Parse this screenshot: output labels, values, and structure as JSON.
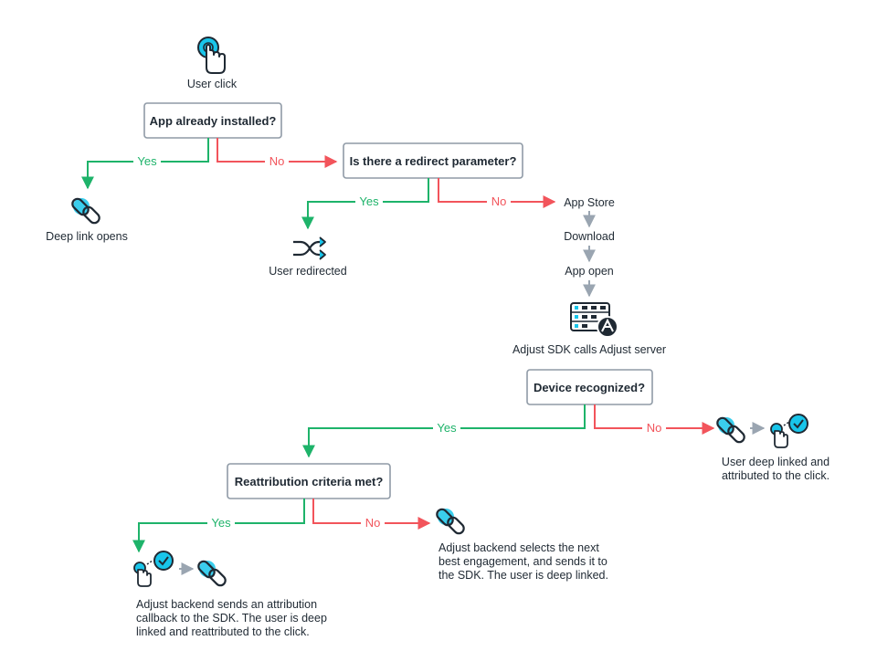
{
  "colors": {
    "yes": "#1eb36a",
    "no": "#f2545b",
    "neutral": "#9aa5b1",
    "accent": "#18c5ea",
    "text": "#1f2933",
    "box_border": "#8f9aa6"
  },
  "nodes": {
    "user_click": {
      "label": "User click",
      "icon": "tap-icon"
    },
    "app_installed": {
      "label": "App already installed?"
    },
    "deep_link_opens": {
      "label": "Deep link opens",
      "icon": "link-icon"
    },
    "redirect_param": {
      "label": "Is there a redirect parameter?"
    },
    "user_redirected": {
      "label": "User redirected",
      "icon": "shuffle-icon"
    },
    "app_store": {
      "label": "App Store"
    },
    "download": {
      "label": "Download"
    },
    "app_open": {
      "label": "App open"
    },
    "sdk_calls_server": {
      "label": "Adjust SDK calls Adjust server",
      "icon": "server-icon"
    },
    "device_recognized": {
      "label": "Device recognized?"
    },
    "user_deep_linked_attributed": {
      "lines": [
        "User deep linked and",
        "attributed to the click."
      ],
      "icons": [
        "link-icon",
        "tap-check-icon"
      ]
    },
    "reattribution_criteria": {
      "label": "Reattribution criteria met?"
    },
    "backend_selects": {
      "lines": [
        "Adjust backend selects the next",
        "best engagement, and sends it to",
        "the SDK. The user is deep linked."
      ],
      "icon": "link-icon"
    },
    "backend_sends": {
      "lines": [
        "Adjust backend sends an attribution",
        "callback to the SDK. The user is deep",
        "linked and reattributed to the click."
      ],
      "icons": [
        "tap-check-icon",
        "link-icon"
      ]
    }
  },
  "edges": {
    "yes_label": "Yes",
    "no_label": "No"
  }
}
